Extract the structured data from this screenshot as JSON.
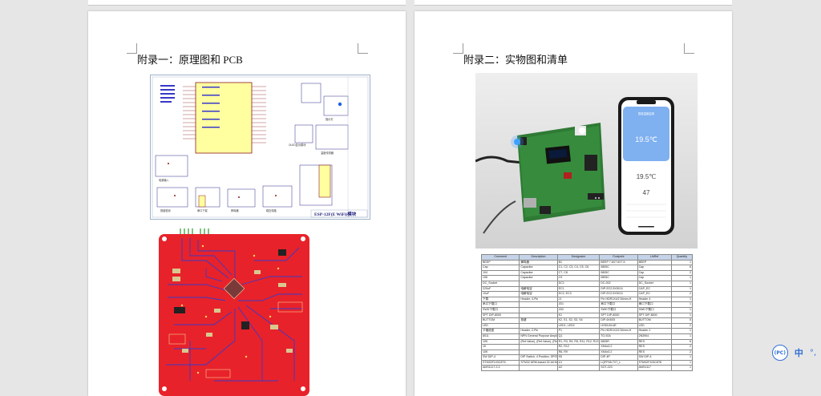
{
  "left_page": {
    "heading": "附录一：原理图和 PCB",
    "schematic": {
      "module_title": "ESP-12F(E WiFi)模块",
      "labels": [
        "OLED显示模块",
        "温度传感器",
        "按键检测",
        "串口下载",
        "蜂鸣器",
        "稳压电路",
        "电源输入",
        "指示灯"
      ]
    }
  },
  "right_page": {
    "heading": "附录二：实物图和清单",
    "phone": {
      "app_title": "智能温度监测",
      "main_temp": "19.5℃",
      "temp": "19.5℃",
      "humidity": "47"
    },
    "bom": {
      "columns": [
        "Comment",
        "Description",
        "Designator",
        "Footprint",
        "LibRef",
        "Quantity"
      ],
      "rows": [
        [
          "BEEP",
          "蜂鸣器",
          "B1",
          "BEEP 7.6X7.6X7.5",
          "BEEP",
          "1"
        ],
        [
          "Cap",
          "Capacitor",
          "C1, C2, C3, C4, C5, C6",
          "0805C",
          "Cap",
          "6"
        ],
        [
          "104",
          "Capacitor",
          "C7, C8",
          "0805C",
          "Cap",
          "2"
        ],
        [
          "106",
          "Capacitor",
          "C9",
          "0805C",
          "Cap",
          "1"
        ],
        [
          "DC_Socket",
          "",
          "DC1",
          "DC-002",
          "DC_Socket",
          "1"
        ],
        [
          "220uF",
          "电解电容",
          "EC1",
          "DIP-EC2.5X5X11",
          "CAP_EC",
          "1"
        ],
        [
          "10uF",
          "电解电容",
          "EC2, EC3",
          "DIP-EC2.5X5X11",
          "CAP_EC",
          "2"
        ],
        [
          "下载",
          "Header, 4-Pin",
          "J1",
          "Pin HDR1X4/2.54mm-H",
          "Header 4",
          "1"
        ],
        [
          "串口下载口",
          "",
          "JD1",
          "串口下载口",
          "串口下载口",
          "1"
        ],
        [
          "SWD下载口",
          "",
          "JD2",
          "SWD下载口",
          "SWD下载口",
          "1"
        ],
        [
          "SPT DIP-8000",
          "",
          "K1",
          "SPT DIP-8000",
          "SPT DIP-8000",
          "1"
        ],
        [
          "BUTTOM",
          "按键",
          "K2, S1, S2, S3, S4",
          "DIP-6X6X5",
          "BUTTOM",
          "5"
        ],
        [
          "LED",
          "",
          "LED1, LED2",
          "LED5-BLUE",
          "LED",
          "2"
        ],
        [
          "卡箍底座",
          "Header, 2-Pin",
          "P1",
          "Pin HDR1X2/2.54mm-H",
          "Header 2",
          "1"
        ],
        [
          "8011",
          "NPN General Purpose Amplifier",
          "Q1",
          "TO-92A",
          "2N3904",
          "1"
        ],
        [
          "10K",
          "(Ref.Value), (Ref.Value), (Ref.Value), (Ref.Value), 1K, 10K, 电阻",
          "R1, R3, R4, R5, R11, R12, R13",
          "0805R",
          "RES",
          "6"
        ],
        [
          "1K",
          "",
          "R2, R12",
          "XM4x3.2",
          "RES",
          "2"
        ],
        [
          "10K",
          "",
          "R6, R9",
          "XM4x3.2",
          "RES",
          "2"
        ],
        [
          "SW DIP-4",
          "DIP Switch, 4 Position, SPST",
          "S5",
          "DIP-4P",
          "SW DIP-4",
          "1"
        ],
        [
          "STM32F103C8T6",
          "STM32 ARM-based 32-bit MCU with 32 Kbytes Flash, 48-pin LQFP, Industrial Temperature",
          "U1",
          "LQFP48-7X7_L",
          "STM32F103C8T6",
          "1"
        ],
        [
          "AMS1117-3.3",
          "",
          "U2",
          "SOT-223",
          "AMS1117",
          "1"
        ]
      ]
    }
  },
  "floating_toolbar": {
    "ime_badge": "(PC)",
    "lang": "中",
    "more": "°,"
  },
  "colors": {
    "page_bg": "#e6e6e6",
    "pcb_red": "#e8222a",
    "pcb_trace": "#3a3ac8",
    "accent_blue": "#2f6ed6",
    "bom_header": "#c5d3e8"
  }
}
